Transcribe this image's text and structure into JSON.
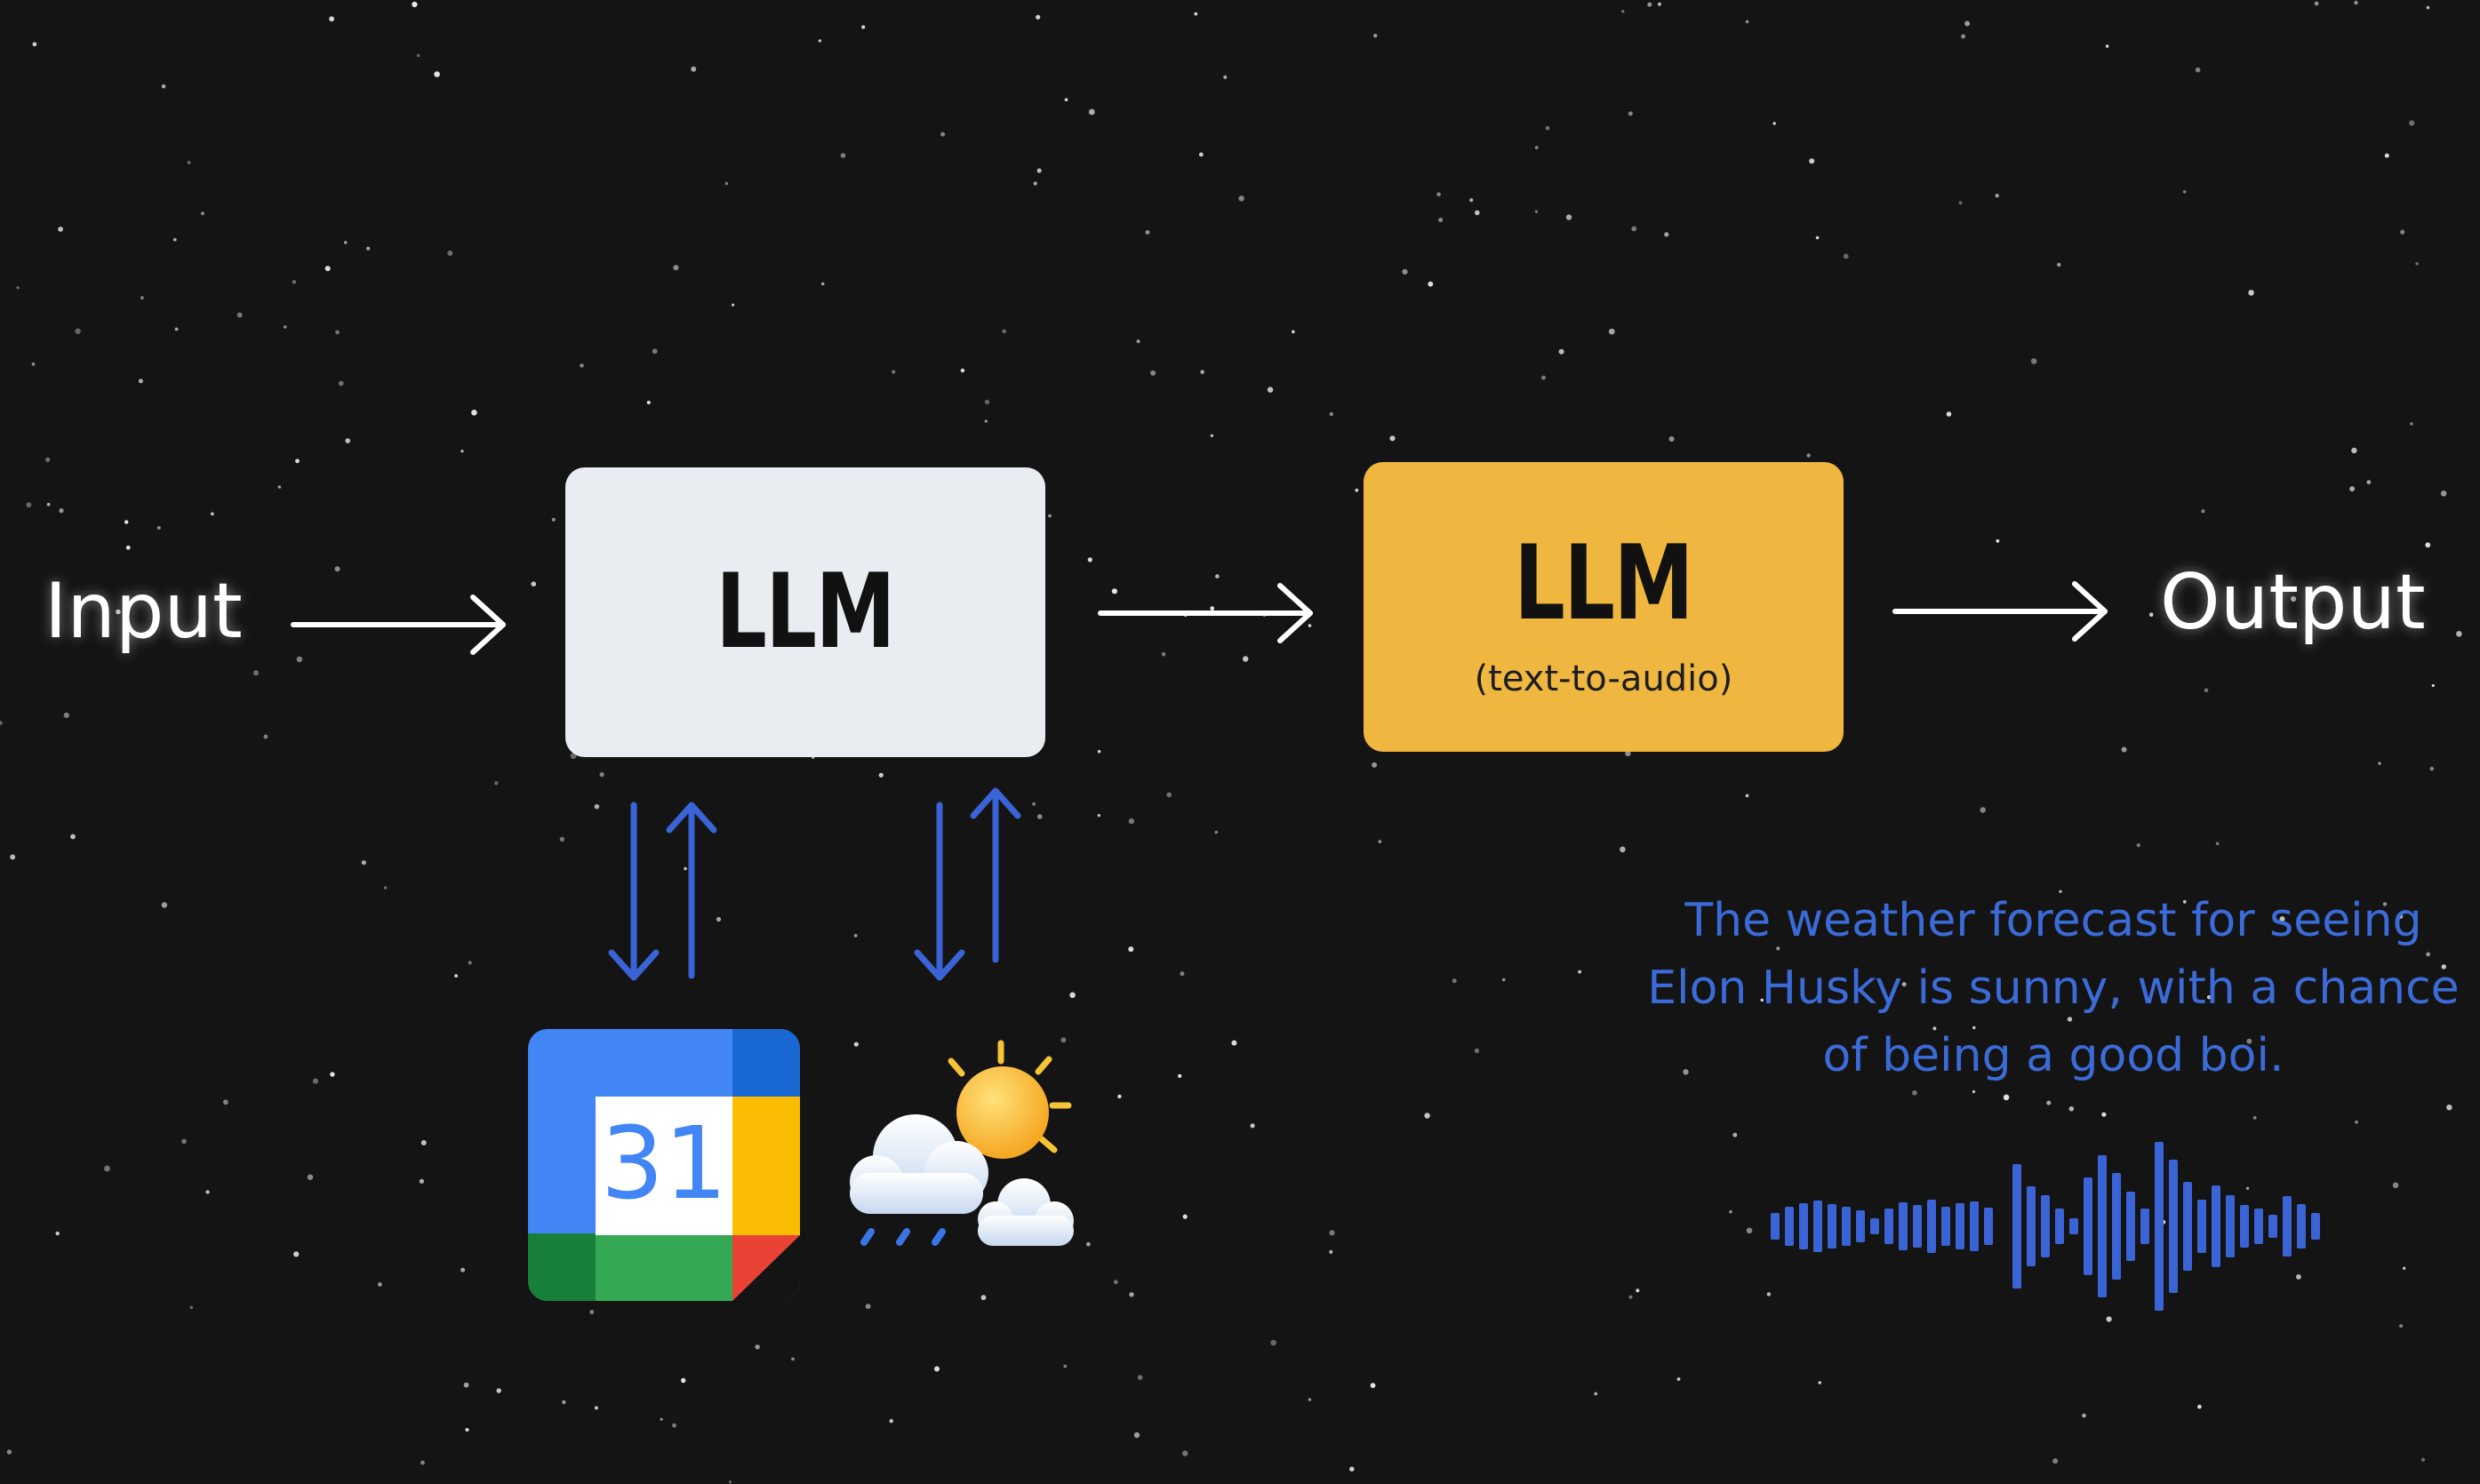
{
  "diagram": {
    "input_label": "Input",
    "output_label": "Output",
    "llm_1": {
      "title": "LLM"
    },
    "llm_2": {
      "title": "LLM",
      "subtitle": "(text-to-audio)"
    },
    "tools": [
      {
        "name": "calendar",
        "icon": "google-calendar-icon",
        "text": "31"
      },
      {
        "name": "weather",
        "icon": "sun-cloud-rain-icon"
      }
    ],
    "example_output_text": "The weather forecast for seeing Elon Husky is sunny, with a chance of being a good boi.",
    "audio_waveform": {
      "icon": "audio-waveform-icon"
    }
  },
  "colors": {
    "background": "#141414",
    "llm_1_fill": "#e9edf1",
    "llm_2_fill": "#f0b740",
    "tool_arrow": "#3a63d6",
    "forecast_text": "#3b6bd8",
    "main_arrow": "#ffffff"
  }
}
